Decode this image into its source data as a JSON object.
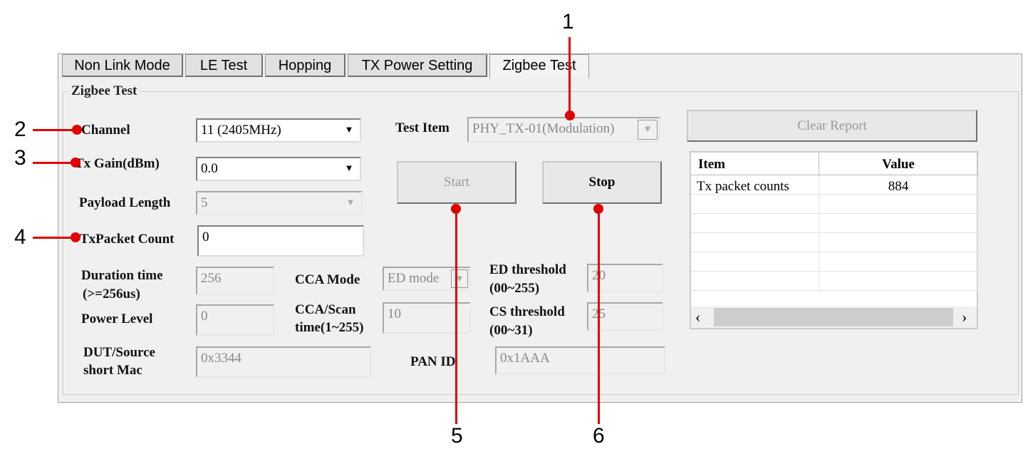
{
  "tabs": [
    "Non Link Mode",
    "LE Test",
    "Hopping",
    "TX Power Setting",
    "Zigbee Test"
  ],
  "group_title": "Zigbee Test",
  "channel": {
    "label": "Channel",
    "value": "11  (2405MHz)"
  },
  "tx_gain": {
    "label": "Tx Gain(dBm)",
    "value": "0.0"
  },
  "payload": {
    "label": "Payload Length",
    "value": "5"
  },
  "tx_count": {
    "label": "TxPacket Count",
    "value": "0"
  },
  "duration": {
    "label1": "Duration time",
    "label2": "(>=256us)",
    "value": "256"
  },
  "power_level": {
    "label": "Power Level",
    "value": "0"
  },
  "dut": {
    "label1": "DUT/Source",
    "label2": "short Mac",
    "value": "0x3344"
  },
  "cca_mode": {
    "label": "CCA Mode",
    "value": "ED mode"
  },
  "cca_scan": {
    "label1": "CCA/Scan",
    "label2": "time(1~255)",
    "value": "10"
  },
  "pan_id": {
    "label": "PAN ID",
    "value": "0x1AAA"
  },
  "ed": {
    "label1": "ED threshold",
    "label2": "(00~255)",
    "value": "20"
  },
  "cs": {
    "label1": "CS threshold",
    "label2": "(00~31)",
    "value": "25"
  },
  "test_item": {
    "label": "Test Item",
    "value": "PHY_TX-01(Modulation)"
  },
  "start": "Start",
  "stop": "Stop",
  "clear": "Clear Report",
  "table": {
    "headers": [
      "Item",
      "Value"
    ],
    "rows": [
      [
        "Tx packet counts",
        "884"
      ]
    ]
  },
  "callouts": [
    "1",
    "2",
    "3",
    "4",
    "5",
    "6"
  ],
  "scroll": {
    "left": "‹",
    "right": "›"
  }
}
